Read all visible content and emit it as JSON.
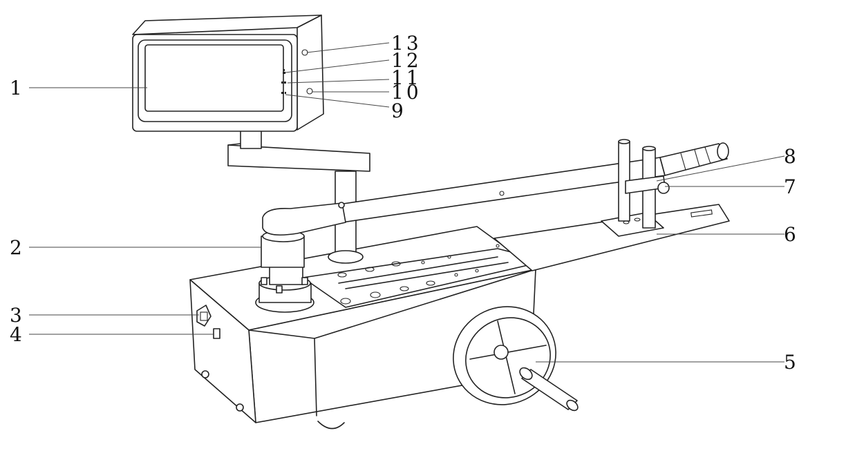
{
  "callouts": [
    {
      "id": "1",
      "text": "1"
    },
    {
      "id": "2",
      "text": "2"
    },
    {
      "id": "3",
      "text": "3"
    },
    {
      "id": "4",
      "text": "4"
    },
    {
      "id": "5",
      "text": "5"
    },
    {
      "id": "6",
      "text": "6"
    },
    {
      "id": "7",
      "text": "7"
    },
    {
      "id": "8",
      "text": "8"
    },
    {
      "id": "9",
      "text": "9"
    },
    {
      "id": "10",
      "text": "10"
    },
    {
      "id": "11",
      "text": "11"
    },
    {
      "id": "12",
      "text": "12"
    },
    {
      "id": "13",
      "text": "13"
    }
  ],
  "colors": {
    "line": "#222222",
    "background": "#ffffff"
  }
}
